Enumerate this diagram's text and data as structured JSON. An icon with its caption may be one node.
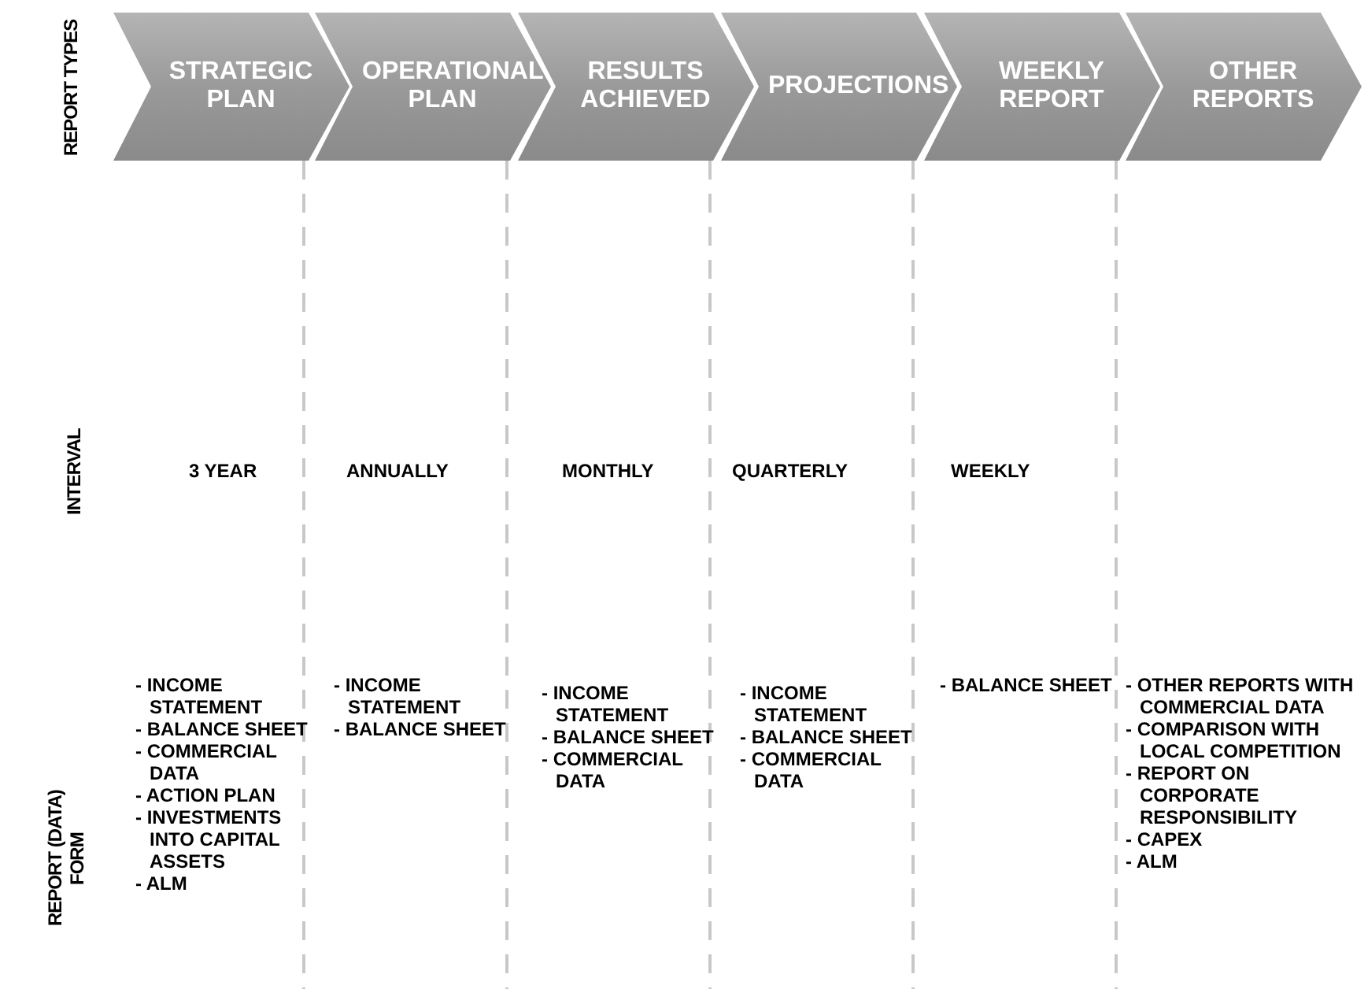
{
  "diagram": {
    "nodes": [
      {
        "text": [
          "STRATEGIC PLAN"
        ]
      },
      {
        "text": [
          "OPERATIONAL PLAN"
        ]
      },
      {
        "text": [
          "RESULTS ACHIEVED"
        ]
      },
      {
        "text": [
          "PROJECTIONS"
        ]
      },
      {
        "text": [
          "WEEKLY REPORT"
        ]
      },
      {
        "text": [
          "OTHER REPORTS"
        ]
      }
    ],
    "edges": [],
    "labels": [
      "REPORT TYPES",
      "INTERVAL",
      "3 YEAR",
      "ANNUALLY",
      "MONTHLY",
      "QUARTERLY",
      "WEEKLY",
      "REPORT (DATA) FORM",
      "- INCOME STATEMENT",
      "- BALANCE SHEET",
      "- COMMERCIAL DATA",
      "- ACTION PLAN",
      "- INVESTMENTS INTO CAPITAL ASSETS",
      "- ALM",
      "- INCOME STATEMENT",
      "- BALANCE SHEET",
      "- INCOME STATEMENT",
      "- BALANCE SHEET",
      "- COMMERCIAL DATA",
      "- INCOME STATEMENT",
      "- BALANCE SHEET",
      "- COMMERCIAL DATA",
      "- BALANCE SHEET",
      "- OTHER REPORTS WITH COMMERCIAL DATA",
      "- COMPARISON WITH LOCAL COMPETITION",
      "- REPORT ON CORPORATE RESPONSIBILITY",
      "- CAPEX",
      "- ALM"
    ]
  }
}
